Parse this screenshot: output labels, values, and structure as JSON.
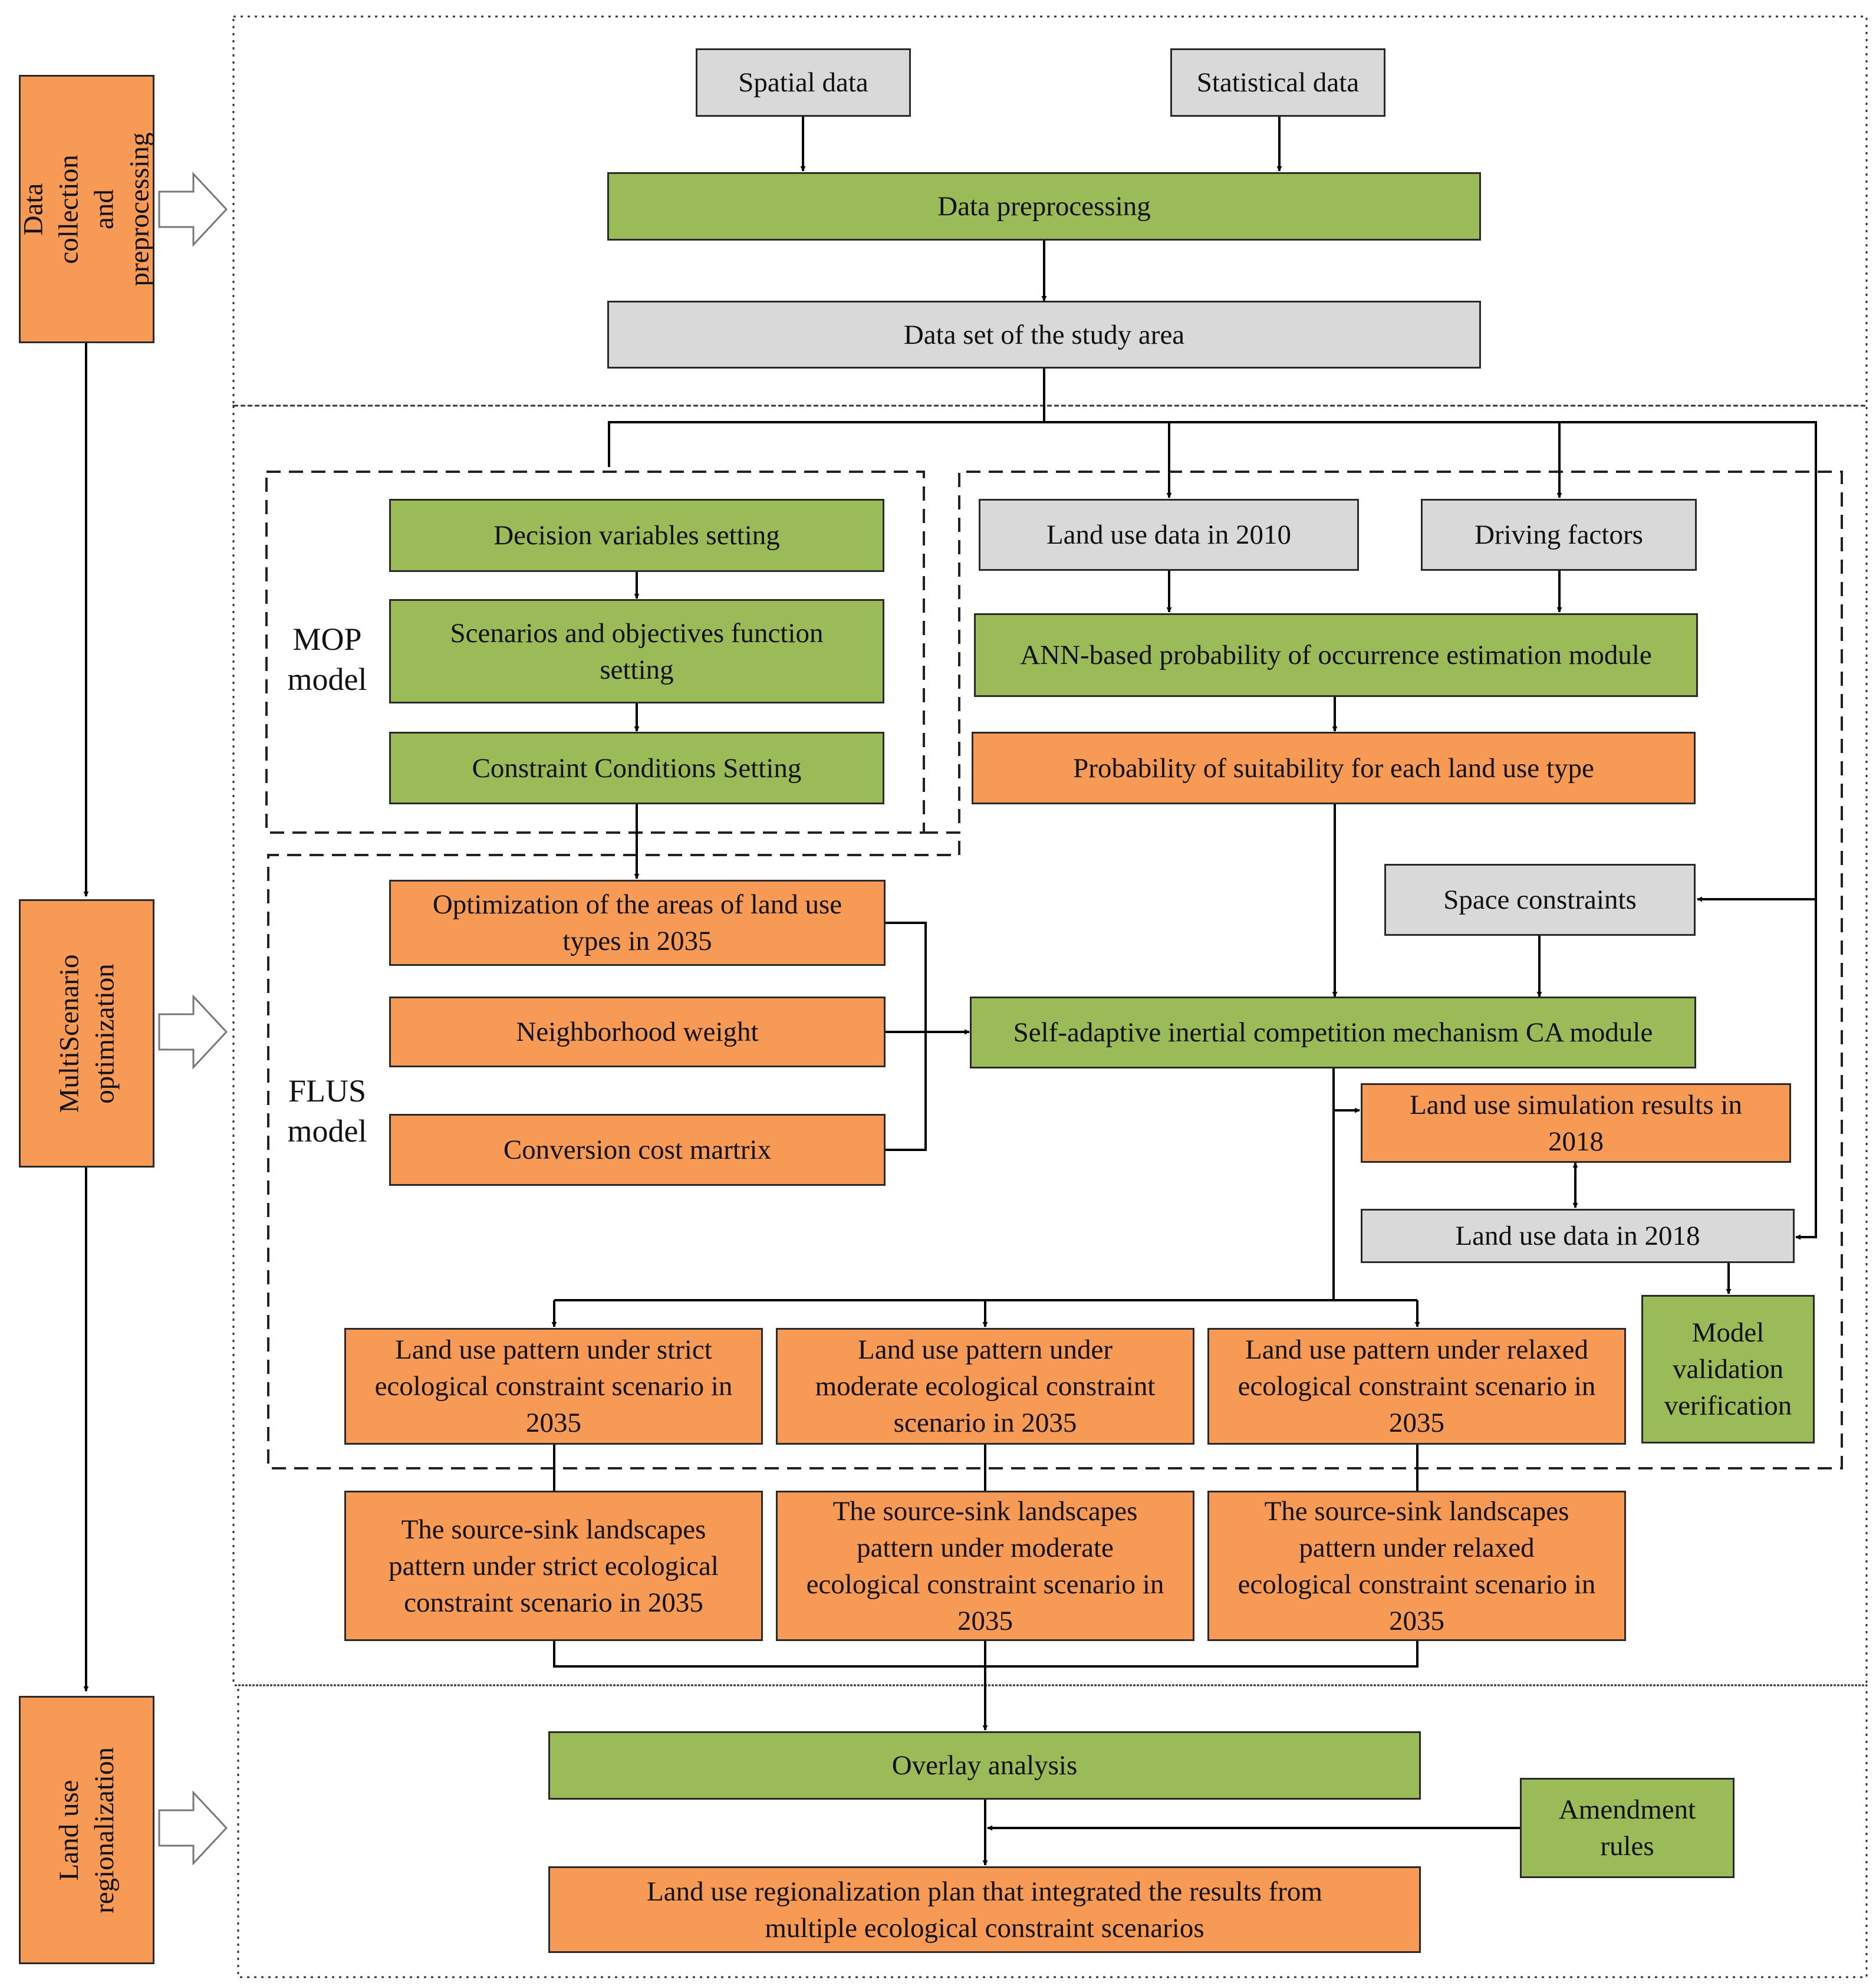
{
  "stages": {
    "collection": "Data collection and\npreprocessing",
    "optimization": "MultiScenario\noptimization",
    "regionalization": "Land use\nregionalization"
  },
  "groups": {
    "mop": "MOP\nmodel",
    "flus": "FLUS\nmodel"
  },
  "nodes": {
    "spatial_data": "Spatial data",
    "statistical_data": "Statistical data",
    "data_preprocessing": "Data preprocessing",
    "data_set": "Data set of the study area",
    "decision_variables": "Decision variables setting",
    "scenarios_objectives": "Scenarios and objectives function\nsetting",
    "constraint_conditions": "Constraint Conditions Setting",
    "land_use_2010": "Land use data in 2010",
    "driving_factors": "Driving factors",
    "ann_module": "ANN-based probability of occurrence estimation module",
    "probability_suitability": "Probability of suitability for each land use type",
    "optimization_areas": "Optimization of the areas of land use\ntypes in 2035",
    "neighborhood_weight": "Neighborhood weight",
    "conversion_cost": "Conversion cost martrix",
    "space_constraints": "Space constraints",
    "ca_module": "Self-adaptive inertial competition mechanism CA module",
    "simulation_2018": "Land use simulation results in\n2018",
    "land_use_2018": "Land use data in 2018",
    "model_validation": "Model\nvalidation\nverification",
    "pattern_strict": "Land use pattern under strict\necological constraint scenario in\n2035",
    "pattern_moderate": "Land use pattern under\nmoderate ecological constraint\nscenario in 2035",
    "pattern_relaxed": "Land use pattern under relaxed\necological constraint scenario in\n2035",
    "sourcesink_strict": "The source-sink landscapes\npattern  under  strict ecological\nconstraint scenario in 2035",
    "sourcesink_moderate": "The source-sink landscapes\npattern  under moderate\necological constraint scenario in\n2035",
    "sourcesink_relaxed": "The source-sink landscapes\npattern  under  relaxed\necological constraint scenario in\n2035",
    "overlay_analysis": "Overlay analysis",
    "amendment_rules": "Amendment\nrules",
    "regionalization_plan": "Land use regionalization plan that integrated the results from\nmultiple ecological constraint scenarios"
  },
  "colors": {
    "green": "#9BBB59",
    "orange": "#F79A55",
    "gray": "#D9D9D9",
    "line": "#000000"
  }
}
